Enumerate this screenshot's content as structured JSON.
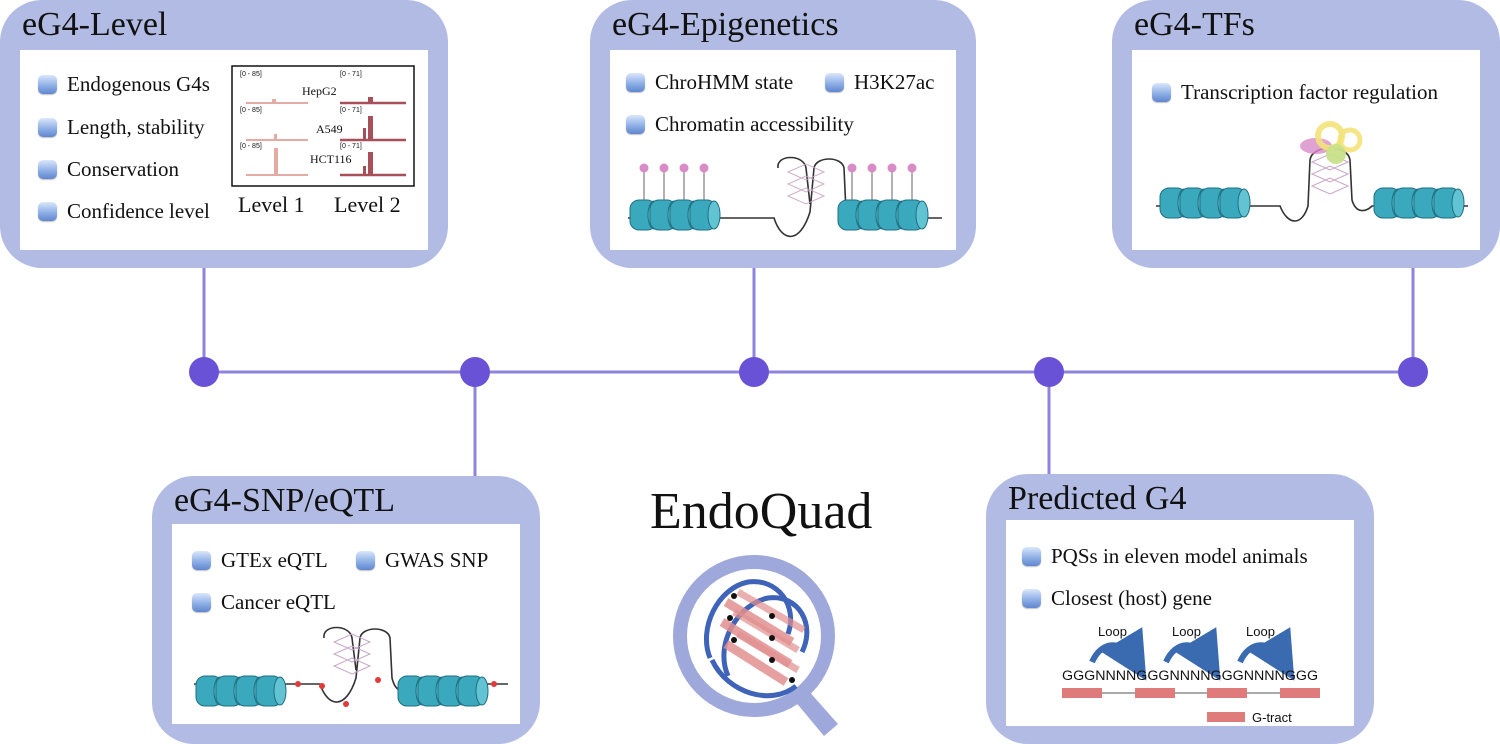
{
  "colors": {
    "card": "#b1bbe3",
    "timeline": "#8f83e0",
    "node": "#6a52d6",
    "nucleosome": "#3ba9bd",
    "methyl": "#d98bc6",
    "gtract": "#e07b7b",
    "loop_arrow": "#3a6ab0",
    "snp": "#e23a3a",
    "tf_yellow": "#f3e27a",
    "tf_green": "#c9e08a",
    "tf_pink": "#d889c8"
  },
  "level": {
    "title": "eG4-Level",
    "items": [
      "Endogenous G4s",
      "Length, stability",
      "Conservation",
      "Confidence level"
    ],
    "tracks": {
      "range_left": "[0 - 85]",
      "range_right": "[0 - 71]",
      "cell_lines": [
        "HepG2",
        "A549",
        "HCT116"
      ],
      "level_labels": [
        "Level 1",
        "Level 2"
      ]
    }
  },
  "epigenetics": {
    "title": "eG4-Epigenetics",
    "items": [
      "ChroHMM state",
      "H3K27ac",
      "Chromatin accessibility"
    ]
  },
  "tfs": {
    "title": "eG4-TFs",
    "items": [
      "Transcription factor regulation"
    ]
  },
  "snp": {
    "title": "eG4-SNP/eQTL",
    "items": [
      "GTEx eQTL",
      "GWAS SNP",
      "Cancer eQTL"
    ]
  },
  "predicted": {
    "title": "Predicted G4",
    "items": [
      "PQSs in eleven model animals",
      "Closest (host) gene"
    ],
    "loop_label": "Loop",
    "sequence": "GGGNNNNGGGNNNNGGGNNNNGGG",
    "legend": "G-tract"
  },
  "brand": {
    "name": "EndoQuad",
    "icon": "magnifier-g-quadruplex-icon"
  }
}
